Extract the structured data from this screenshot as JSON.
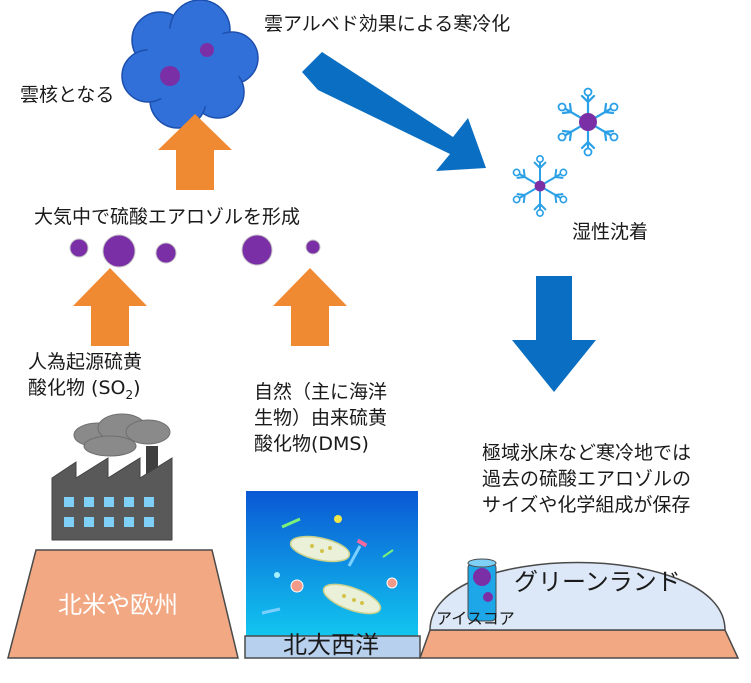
{
  "labels": {
    "cloud_albedo": "雲アルベド効果による寒冷化",
    "cloud_nuclei": "雲核となる",
    "aerosol_formation": "大気中で硫酸エアロゾルを形成",
    "wet_deposition": "湿性沈着",
    "anthropogenic_line1": "人為起源硫黄",
    "anthropogenic_line2_prefix": "酸化物 (SO",
    "anthropogenic_sub": "2",
    "anthropogenic_line2_suffix": ")",
    "natural_line1": "自然（主に海洋",
    "natural_line2": "生物）由来硫黄",
    "natural_line3": "酸化物(DMS)",
    "polar_line1": "極域氷床など寒冷地では",
    "polar_line2": "過去の硫酸エアロゾルの",
    "polar_line3": "サイズや化学組成が保存",
    "north_america_europe": "北米や欧州",
    "north_atlantic": "北大西洋",
    "greenland": "グリーンランド",
    "ice_core": "アイスコア"
  },
  "colors": {
    "aerosol_purple": "#7b2fa6",
    "arrow_orange": "#f08a32",
    "arrow_blue": "#0a6fc2",
    "cloud_blue": "#2f6fd6",
    "land": "#f2a983",
    "ocean_top": "#0c63d8",
    "ocean_bottom": "#10c6ee",
    "ice_sheet": "#dce8f7",
    "snowflake": "#2aa0e6"
  },
  "icons": [
    "cloud-icon",
    "snowflake-icon",
    "factory-icon",
    "plankton-icon",
    "ice-core-icon"
  ]
}
